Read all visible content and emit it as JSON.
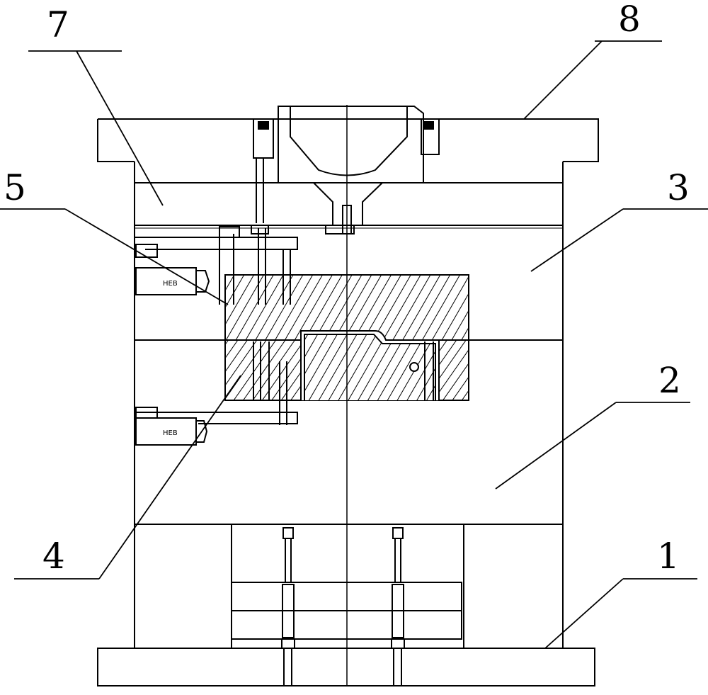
{
  "diagram": {
    "type": "mold-assembly-cross-section",
    "labels": {
      "part1": "1",
      "part2": "2",
      "part3": "3",
      "part4": "4",
      "part5": "5",
      "part7": "7",
      "part8": "8"
    },
    "cylinder_marks": [
      "HEB",
      "HEB"
    ],
    "colors": {
      "line": "#000000",
      "background": "#ffffff"
    }
  }
}
